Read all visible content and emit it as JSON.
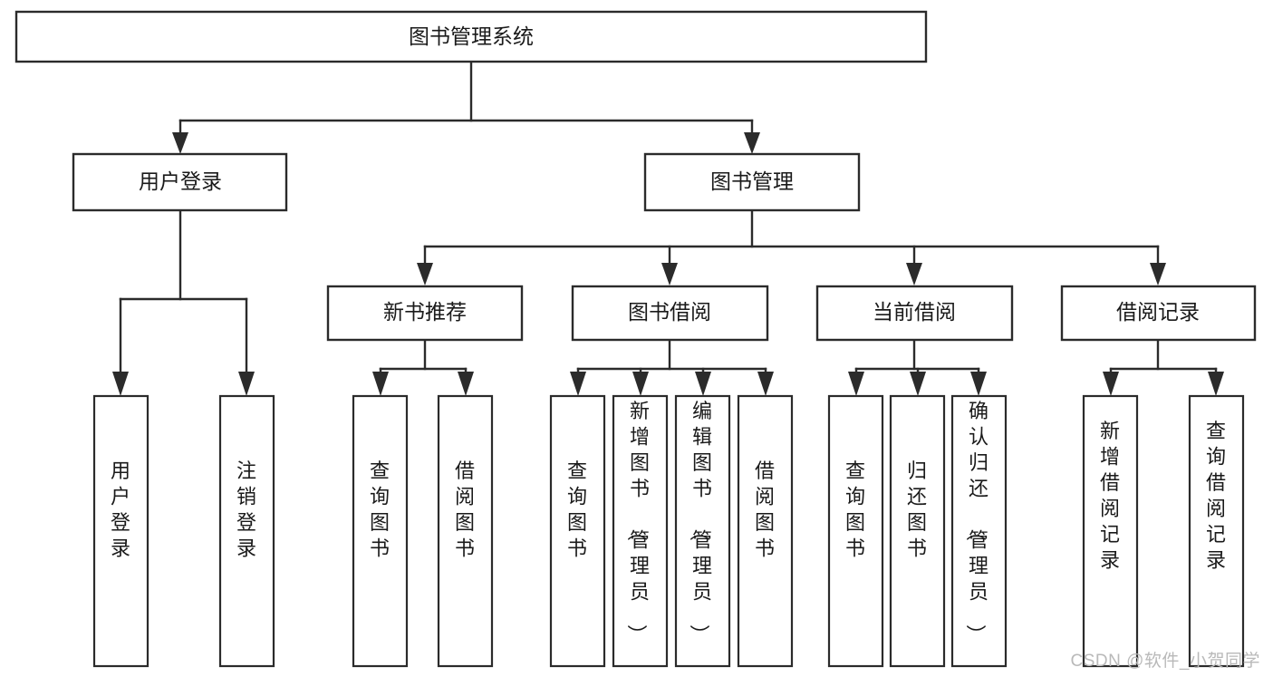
{
  "diagram": {
    "type": "tree-hierarchy",
    "orientation": "top-down",
    "root": {
      "id": "root",
      "label": "图书管理系统"
    },
    "level2": [
      {
        "id": "user-login",
        "label": "用户登录"
      },
      {
        "id": "book-manage",
        "label": "图书管理"
      }
    ],
    "level3": [
      {
        "id": "new-book-recommend",
        "label": "新书推荐",
        "parent": "book-manage"
      },
      {
        "id": "book-borrow",
        "label": "图书借阅",
        "parent": "book-manage"
      },
      {
        "id": "current-borrow",
        "label": "当前借阅",
        "parent": "book-manage"
      },
      {
        "id": "borrow-record",
        "label": "借阅记录",
        "parent": "book-manage"
      }
    ],
    "leaves": {
      "user-login": [
        {
          "id": "leaf-user-login",
          "label": "用户登录"
        },
        {
          "id": "leaf-user-logout",
          "label": "注销登录"
        }
      ],
      "new-book-recommend": [
        {
          "id": "leaf-query-book-1",
          "label": "查询图书"
        },
        {
          "id": "leaf-borrow-book-1",
          "label": "借阅图书"
        }
      ],
      "book-borrow": [
        {
          "id": "leaf-query-book-2",
          "label": "查询图书"
        },
        {
          "id": "leaf-add-book",
          "label": "新增图书（管理员）"
        },
        {
          "id": "leaf-edit-book",
          "label": "编辑图书（管理员）"
        },
        {
          "id": "leaf-borrow-book-2",
          "label": "借阅图书"
        }
      ],
      "current-borrow": [
        {
          "id": "leaf-query-book-3",
          "label": "查询图书"
        },
        {
          "id": "leaf-return-book",
          "label": "归还图书"
        },
        {
          "id": "leaf-confirm-return",
          "label": "确认归还（管理员）"
        }
      ],
      "borrow-record": [
        {
          "id": "leaf-add-record",
          "label": "新增借阅记录"
        },
        {
          "id": "leaf-query-record",
          "label": "查询借阅记录"
        }
      ]
    }
  },
  "colors": {
    "stroke": "#2b2b2b",
    "fill": "#ffffff",
    "text": "#1a1a1a",
    "watermark": "#b9b9b9",
    "background": "#ffffff"
  },
  "watermark": {
    "text": "CSDN @软件_小贺同学"
  }
}
